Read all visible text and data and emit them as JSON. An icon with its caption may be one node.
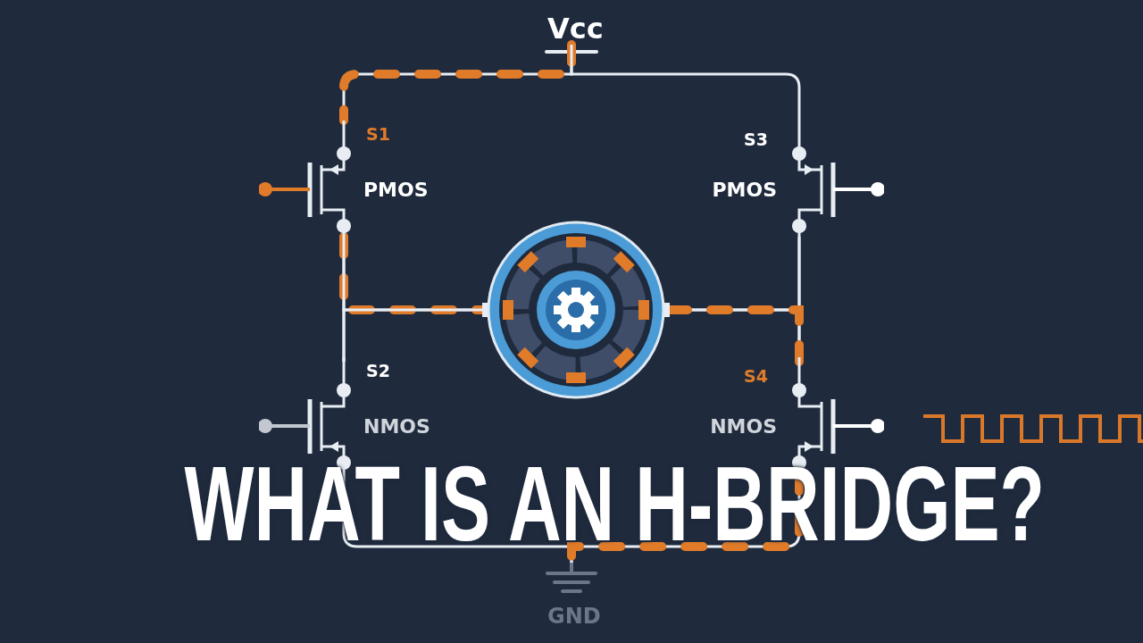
{
  "diagram": {
    "title": "WHAT IS AN H-BRIDGE?",
    "nodes": [
      {
        "text": [
          "Vcc"
        ]
      },
      {
        "text": [
          "S1",
          "PMOS"
        ]
      },
      {
        "text": [
          "S3",
          "PMOS"
        ]
      },
      {
        "text": [],
        "shape": "picture"
      },
      {
        "text": [
          "S2",
          "NMOS"
        ]
      },
      {
        "text": [
          "S4",
          "NMOS"
        ]
      },
      {
        "text": [
          "GND"
        ]
      }
    ],
    "edges": [
      {
        "from": 0,
        "to": 1,
        "arrow": "none",
        "style": "dashed",
        "color": "#e07b2a"
      },
      {
        "from": 0,
        "to": 2,
        "arrow": "none"
      },
      {
        "from": 1,
        "to": 3,
        "arrow": "none",
        "style": "dashed",
        "color": "#e07b2a"
      },
      {
        "from": 1,
        "to": 4,
        "arrow": "none"
      },
      {
        "from": 4,
        "to": 3,
        "arrow": "none"
      },
      {
        "from": 2,
        "to": 3,
        "arrow": "none"
      },
      {
        "from": 2,
        "to": 5,
        "arrow": "none"
      },
      {
        "from": 3,
        "to": 5,
        "arrow": "none",
        "style": "dashed",
        "color": "#e07b2a"
      },
      {
        "from": 4,
        "to": 6,
        "arrow": "none"
      },
      {
        "from": 5,
        "to": 6,
        "arrow": "none",
        "style": "dashed",
        "color": "#e07b2a"
      }
    ]
  }
}
